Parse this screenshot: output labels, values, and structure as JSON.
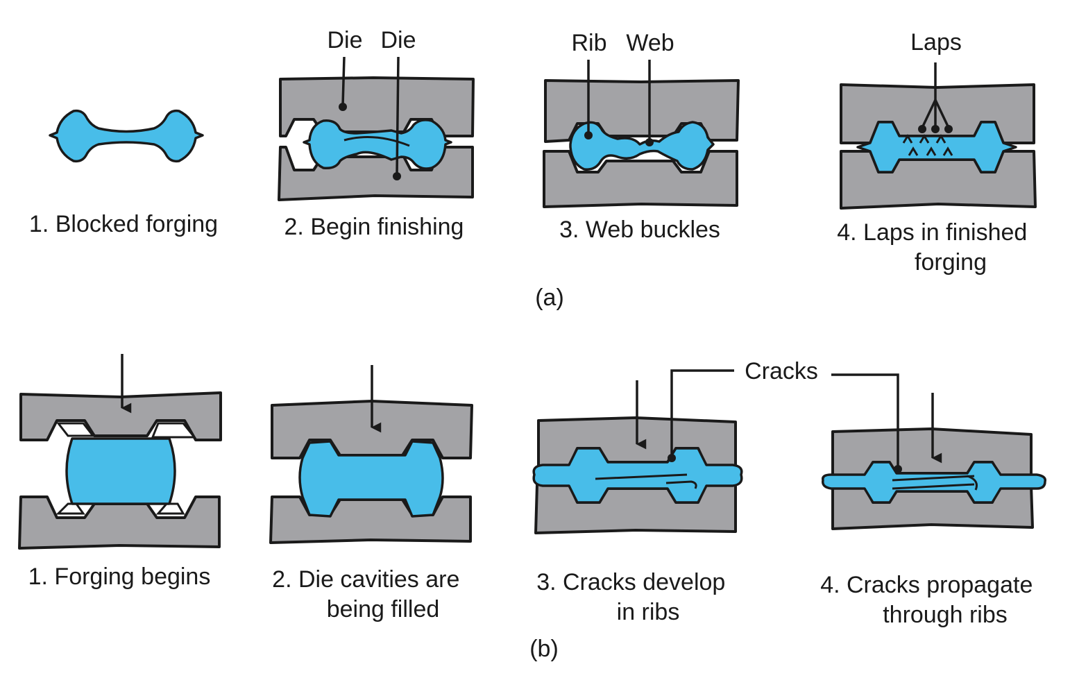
{
  "colors": {
    "die": "#a3a3a6",
    "metal": "#48bde9",
    "outline": "#1a1a1a",
    "background": "#ffffff"
  },
  "part_a": {
    "label": "(a)",
    "callouts": {
      "die1": "Die",
      "die2": "Die",
      "rib": "Rib",
      "web": "Web",
      "laps": "Laps"
    },
    "steps": [
      {
        "lines": [
          "1. Blocked forging"
        ]
      },
      {
        "lines": [
          "2. Begin finishing"
        ]
      },
      {
        "lines": [
          "3. Web buckles"
        ]
      },
      {
        "lines": [
          "4. Laps in finished",
          "forging"
        ]
      }
    ]
  },
  "part_b": {
    "label": "(b)",
    "callouts": {
      "cracks": "Cracks"
    },
    "steps": [
      {
        "lines": [
          "1. Forging begins"
        ]
      },
      {
        "lines": [
          "2. Die cavities are",
          "being filled"
        ]
      },
      {
        "lines": [
          "3. Cracks develop",
          "in ribs"
        ]
      },
      {
        "lines": [
          "4. Cracks propagate",
          "through ribs"
        ]
      }
    ]
  }
}
